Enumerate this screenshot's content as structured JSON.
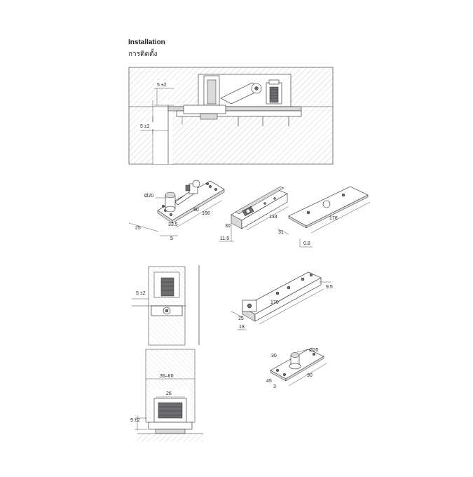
{
  "header": {
    "title": "Installation",
    "subtitle": "การติดตั้ง"
  },
  "section_views": {
    "floor_section": {
      "top_gap": "5 ±2",
      "side_gap": "5 ±2"
    },
    "door_side_view": {
      "gap": "5 ±2"
    },
    "door_front_view": {
      "width_range": "35–60",
      "inner_width": "26",
      "bottom_gap": "9 ±2"
    }
  },
  "pivot_unit": {
    "pin_diameter": "Ø20",
    "arm": "90",
    "length": "166",
    "width": "25",
    "offset": "33.5",
    "plate": "5"
  },
  "channel": {
    "length": "134",
    "height": "30",
    "width": "11.5"
  },
  "cover_plate": {
    "length": "176",
    "width": "31",
    "thickness": "0.8"
  },
  "top_bracket": {
    "length": "170",
    "depth": "9.5",
    "width": "25",
    "height": "18"
  },
  "top_pivot": {
    "pin_diameter": "Ø20",
    "height": "30",
    "length": "90",
    "width": "45",
    "thickness": "3"
  }
}
